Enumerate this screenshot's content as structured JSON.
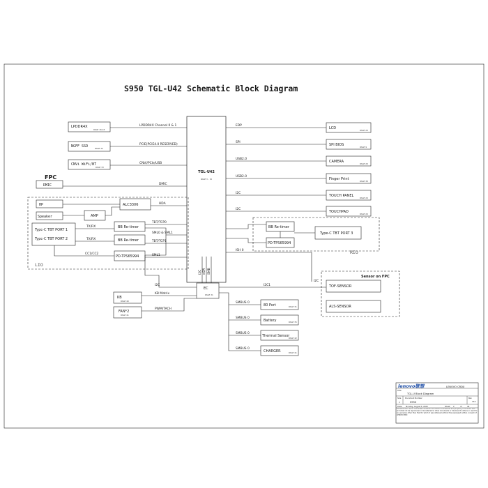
{
  "title": "S950  TGL-U42 Schematic Block Diagram",
  "cpu": {
    "label": "TGL-U42",
    "page": "PAGE 3 - 15"
  },
  "left_blocks": {
    "lpddr": {
      "label": "LPDDR4X",
      "page": "PAGE 16-18"
    },
    "ngff_ssd": {
      "label": "NGFF SSD",
      "page": "PAGE 32"
    },
    "cnvi": {
      "label": "CNVi WiFi/BT",
      "page": "PAGE 33"
    },
    "fpc_title": "FPC",
    "dmic": "DMIC",
    "hp": "HP",
    "speaker": "Speaker",
    "amp": "AMP",
    "alc": "ALC3306",
    "typec1": "Typc-C TBT PORT 1",
    "typec2": "Typc-C TBT PORT 2",
    "retimer1": "BB Re-timer",
    "retimer2": "BB Re-timer",
    "pd": "PD-TPS65994",
    "lio": "LIO"
  },
  "right_blocks": {
    "lcd": {
      "label": "LCD",
      "page": "PAGE 29"
    },
    "spi_bios": {
      "label": "SPI BIOS",
      "page": "PAGE 9"
    },
    "camera": {
      "label": "CAMERA",
      "page": "PAGE 29"
    },
    "finger": {
      "label": "Finger Print",
      "page": "PAGE 38"
    },
    "touch_panel": {
      "label": "TOUCH PANEL",
      "page": "PAGE 29"
    },
    "touchpad": {
      "label": "TOUCHPAD",
      "page": "PAGE 29"
    },
    "rio_retimer": "BB Re-timer",
    "rio_pd": "PD-TPS65994",
    "typec3": "Type-C TBT PORT 3",
    "rio": "RIO",
    "sensor_title": "Sensor on FPC",
    "tof": "TOF-SENSOR",
    "als": "ALS-SENSOR"
  },
  "ec": {
    "label": "EC",
    "page": "PAGE 31",
    "kb": "KB",
    "kb_page": "PAGE 40",
    "fan": "FAN*2",
    "fan_page": "PAGE 41"
  },
  "smbus_blocks": {
    "port80": {
      "label": "80 Port",
      "page": "PAGE 31"
    },
    "battery": {
      "label": "Battery",
      "page": "PAGE 35"
    },
    "thermal": {
      "label": "Thermal Sensor",
      "page": "PAGE 42"
    },
    "charger": {
      "label": "CHARGER",
      "page": "PAGE 41"
    }
  },
  "signals": {
    "lpddr": "LPDDR4X Channel 0 & 1",
    "pcie": "PCIE(PCIE4.0 RESERVED)",
    "cnvi": "CNVi/PCIe/USB",
    "dmic": "DMIC",
    "hda": "HDA",
    "tbt_pcie1": "TBT/TCP0",
    "sml0": "SML0 & SML1",
    "tbt_pcie2": "TBT/TCP1",
    "sml1": "SML1",
    "txrx1": "TX/RX",
    "txrx2": "TX/RX",
    "cc": "CC1/CC2",
    "edp": "EDP",
    "spi": "SPI",
    "usb1": "USB2.0",
    "usb2": "USB2.0",
    "i2c1": "I2C",
    "i2c2": "I2C",
    "ish": "ISH 0",
    "ec_i2c_left": "I2C",
    "kb_matrix": "KB Matrix",
    "pwm": "PWM/TACH",
    "i2c1_right": "I2C1",
    "i2c_sensor": "I2C",
    "cpu_i2c_v": "I2C",
    "espi_v": "eSPI",
    "smbus_v": "SMB",
    "smbus0": "SMBUS 0",
    "smbus1": "SMBUS 0",
    "smbus2": "SMBUS 0",
    "smbus3": "SMBUS 0"
  },
  "title_block": {
    "company": "LENOVO CRDX",
    "logo": "lenovo联想",
    "title_label": "Title",
    "title": "TGL-U Block Diagram",
    "size_label": "Size",
    "size": "C",
    "doc_label": "Document Number",
    "doc": "S950",
    "rev_label": "Rev",
    "rev": "V0.1",
    "date_label": "Date:",
    "date": "Monday, August 3, 2020",
    "sheet_label": "Sheet",
    "sheet": "2",
    "of_label": "of",
    "of": "40",
    "note": "PROPRIETARY NOTE: this sheet contains information confidential and property of LENOVO PRC and shall not be reproduced or transferred to other documents or disclosed to others or used for any purpose other than that for which it was obtained without the expressed written consent of LENOVO PRC"
  }
}
